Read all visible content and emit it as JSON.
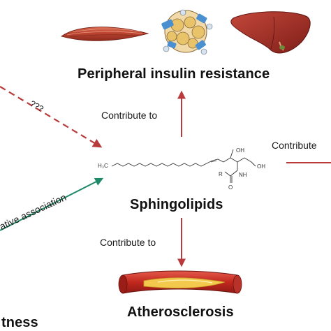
{
  "labels": {
    "peripheral_insulin_resistance": "Peripheral insulin resistance",
    "sphingolipids": "Sphingolipids",
    "atherosclerosis": "Atherosclerosis",
    "contribute_to_up": "Contribute to",
    "contribute_to_down": "Contribute to",
    "contribute_right": "Contribute",
    "unknown_link": "???",
    "negative_association": "ative association",
    "fitness_partial": "tness"
  },
  "molecule_labels": {
    "h3c": "H₃C",
    "oh_top": "OH",
    "oh_right": "OH",
    "nh": "NH",
    "r": "R",
    "o": "O"
  },
  "icons": [
    "muscle-icon",
    "adipose-tissue-icon",
    "liver-icon",
    "artery-plaque-icon"
  ],
  "colors": {
    "arrow_red": "#b83a3a",
    "arrow_green": "#1f8a6a",
    "text": "#111111"
  }
}
